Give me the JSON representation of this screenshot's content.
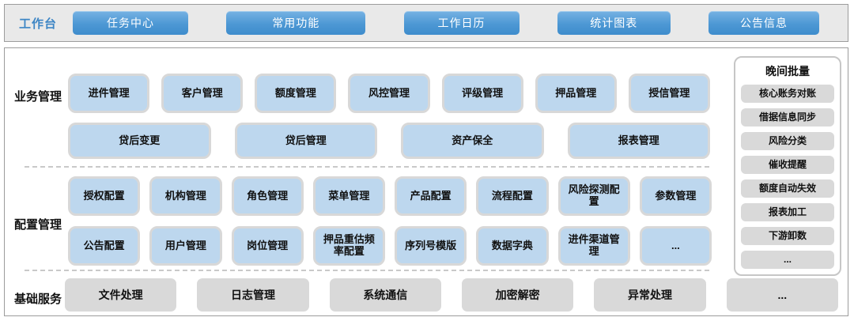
{
  "colors": {
    "workbench_button_blue": "#4D98D4",
    "tile_blue": "#BDD7EE",
    "tile_gray": "#D9D9D9",
    "workbench_label_blue": "#3E86C5",
    "bar_background": "#E9E9E9"
  },
  "topbar": {
    "label": "工作台",
    "buttons": [
      "任务中心",
      "常用功能",
      "工作日历",
      "统计图表",
      "公告信息"
    ]
  },
  "sections": {
    "business": {
      "label": "业务管理",
      "row1": [
        "进件管理",
        "客户管理",
        "额度管理",
        "风控管理",
        "评级管理",
        "押品管理",
        "授信管理"
      ],
      "row2": [
        "贷后变更",
        "贷后管理",
        "资产保全",
        "报表管理"
      ]
    },
    "config": {
      "label": "配置管理",
      "row1": [
        "授权配置",
        "机构管理",
        "角色管理",
        "菜单管理",
        "产品配置",
        "流程配置",
        "风险探测配置",
        "参数管理"
      ],
      "row2": [
        "公告配置",
        "用户管理",
        "岗位管理",
        "押品重估频率配置",
        "序列号模版",
        "数据字典",
        "进件渠道管理",
        "..."
      ]
    },
    "base": {
      "label": "基础服务",
      "items": [
        "文件处理",
        "日志管理",
        "系统通信",
        "加密解密",
        "异常处理",
        "..."
      ]
    }
  },
  "night_batch": {
    "title": "晚间批量",
    "items": [
      "核心账务对账",
      "借据信息同步",
      "风险分类",
      "催收提醒",
      "额度自动失效",
      "报表加工",
      "下游卸数",
      "..."
    ]
  }
}
